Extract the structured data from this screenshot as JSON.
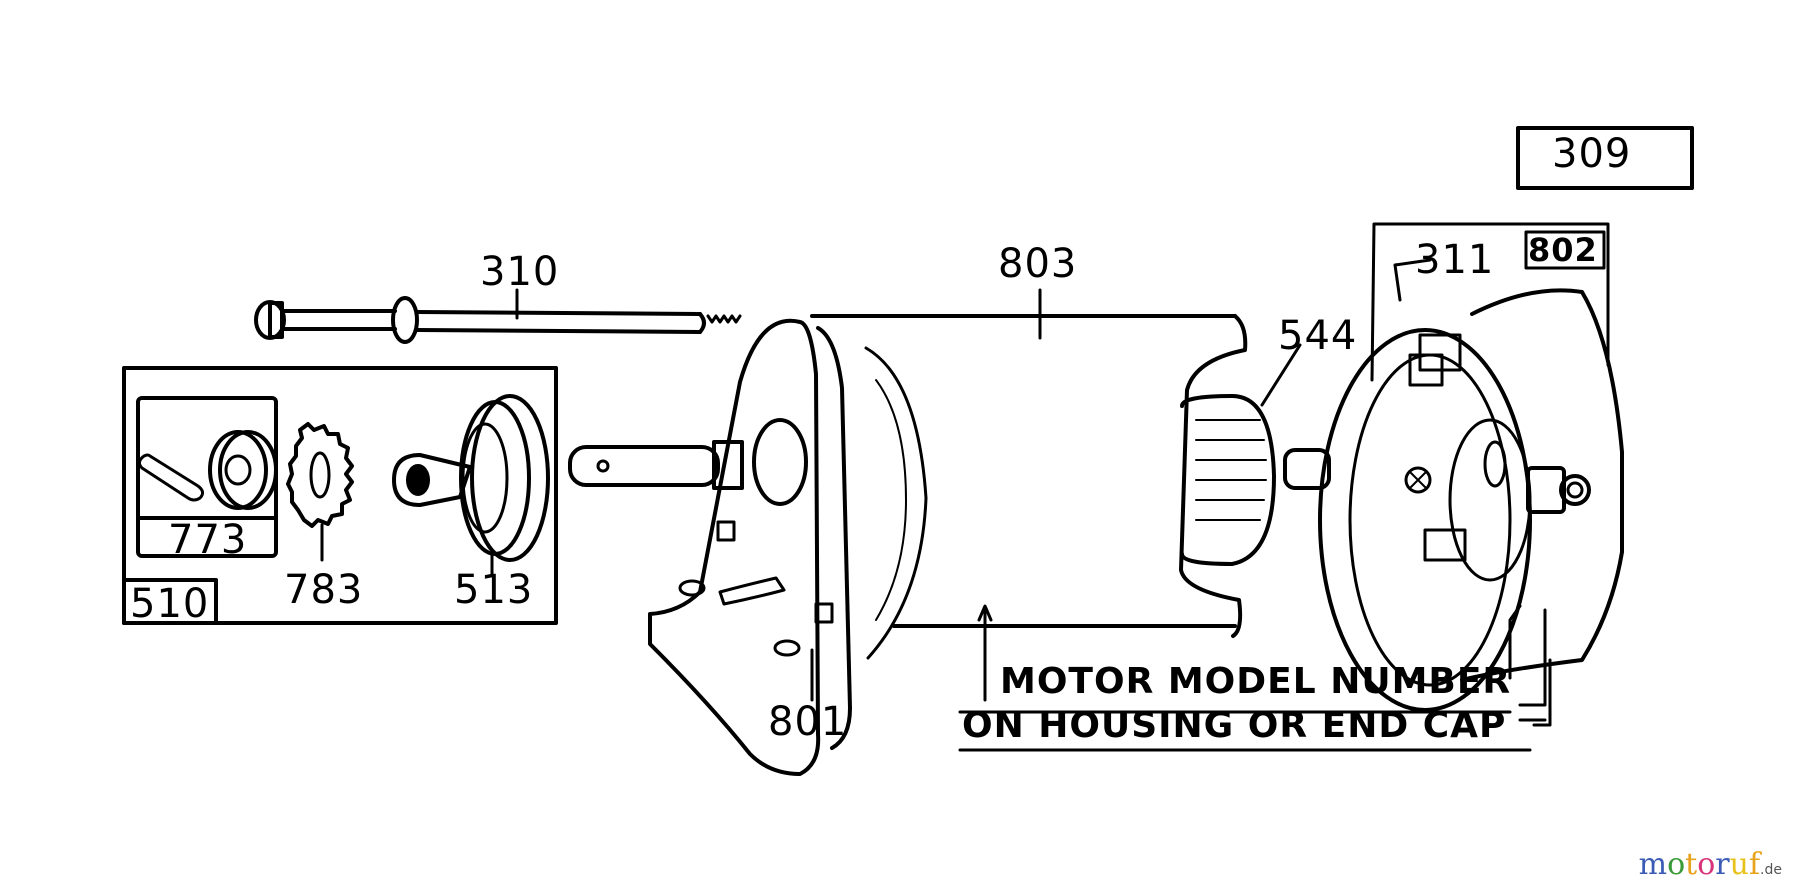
{
  "diagram": {
    "title_ref": "309",
    "parts": [
      {
        "id": "310",
        "name": "through bolt"
      },
      {
        "id": "510",
        "name": "drive assembly kit (box)"
      },
      {
        "id": "773",
        "name": "pin and retainer (box)"
      },
      {
        "id": "783",
        "name": "pinion gear"
      },
      {
        "id": "513",
        "name": "helix drive"
      },
      {
        "id": "801",
        "name": "drive end cap / mounting bracket"
      },
      {
        "id": "803",
        "name": "motor housing"
      },
      {
        "id": "544",
        "name": "armature"
      },
      {
        "id": "311",
        "name": "brush"
      },
      {
        "id": "802",
        "name": "commutator end cap (box)"
      }
    ],
    "note_line1": "MOTOR MODEL NUMBER",
    "note_line2": "ON HOUSING OR END CAP"
  },
  "watermark": {
    "letters": [
      "m",
      "o",
      "t",
      "o",
      "r",
      "u",
      "f"
    ],
    "colors": [
      "#3b5bb5",
      "#3a9a3a",
      "#e8a21c",
      "#d8357a",
      "#3b5bb5",
      "#e8c21c",
      "#e8a21c"
    ],
    "suffix": ".de"
  }
}
